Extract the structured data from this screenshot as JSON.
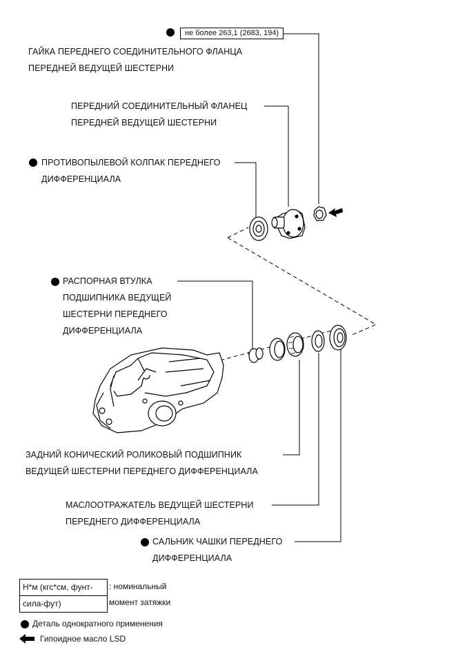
{
  "torque_spec": "не более 263,1 (2683, 194)",
  "labels": {
    "nut": [
      "ГАЙКА ПЕРЕДНЕГО СОЕДИНИТЕЛЬНОГО ФЛАНЦА",
      "ПЕРЕДНЕЙ ВЕДУЩЕЙ ШЕСТЕРНИ"
    ],
    "flange": [
      "ПЕРЕДНИЙ СОЕДИНИТЕЛЬНЫЙ ФЛАНЕЦ",
      "ПЕРЕДНЕЙ ВЕДУЩЕЙ ШЕСТЕРНИ"
    ],
    "dust_cap": [
      "ПРОТИВОПЫЛЕВОЙ КОЛПАК ПЕРЕДНЕГО",
      "ДИФФЕРЕНЦИАЛА"
    ],
    "spacer": [
      "РАСПОРНАЯ ВТУЛКА",
      "ПОДШИПНИКА ВЕДУЩЕЙ",
      "ШЕСТЕРНИ ПЕРЕДНЕГО",
      "ДИФФЕРЕНЦИАЛА"
    ],
    "bearing": [
      "ЗАДНИЙ КОНИЧЕСКИЙ РОЛИКОВЫЙ ПОДШИПНИК",
      "ВЕДУЩЕЙ ШЕСТЕРНИ ПЕРЕДНЕГО ДИФФЕРЕНЦИАЛА"
    ],
    "oil_slinger": [
      "МАСЛООТРАЖАТЕЛЬ ВЕДУЩЕЙ ШЕСТЕРНИ",
      "ПЕРЕДНЕГО ДИФФЕРЕНЦИАЛА"
    ],
    "oil_seal": [
      "САЛЬНИК ЧАШКИ ПЕРЕДНЕГО",
      "ДИФФЕРЕНЦИАЛА"
    ]
  },
  "legend": {
    "unit_line1": "Н*м (кгс*см, фунт-",
    "unit_line2": "сила-фут)",
    "unit_desc_line1": ": номинальный",
    "unit_desc_line2": "момент затяжки",
    "non_reusable": "Деталь однократного применения",
    "hypoid_oil": "Гипоидное масло LSD"
  },
  "icons": {
    "non_reusable_marker": "black-dot-icon",
    "oil_marker": "black-arrow-icon"
  }
}
